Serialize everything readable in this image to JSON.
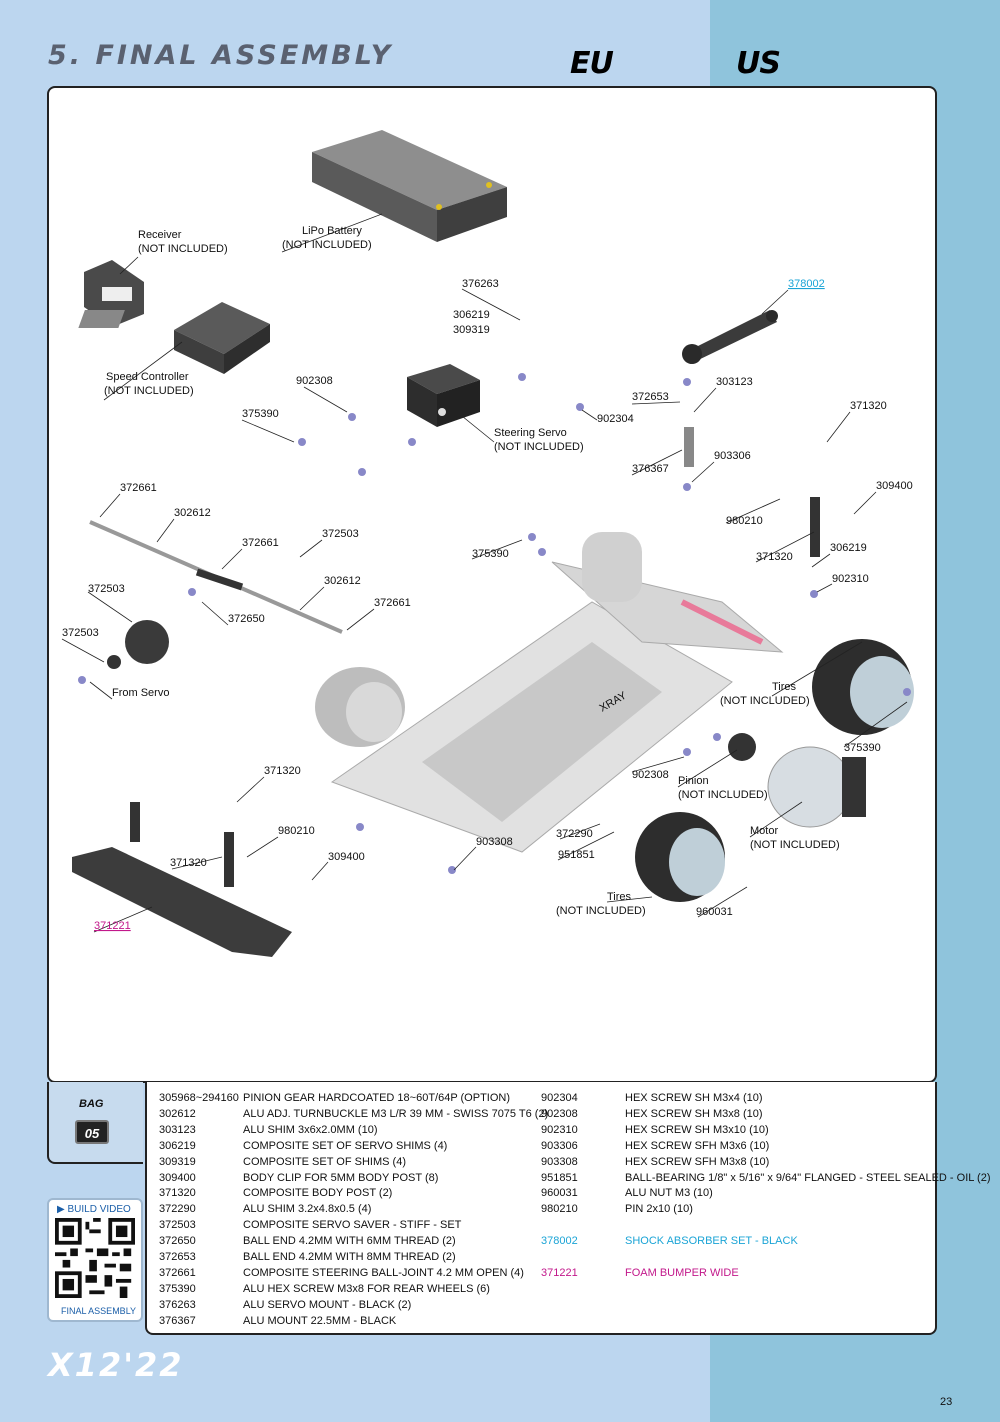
{
  "header": {
    "title": "5. FINAL ASSEMBLY",
    "region_eu": "EU",
    "region_us": "US"
  },
  "diagram_labels": {
    "receiver": [
      "Receiver",
      "(NOT INCLUDED)"
    ],
    "lipo": [
      "LiPo Battery",
      "(NOT INCLUDED)"
    ],
    "speed_controller": [
      "Speed Controller",
      "(NOT INCLUDED)"
    ],
    "steering_servo": [
      "Steering Servo",
      "(NOT INCLUDED)"
    ],
    "tires_right": [
      "Tires",
      "(NOT INCLUDED)"
    ],
    "pinion": [
      "Pinion",
      "(NOT INCLUDED)"
    ],
    "motor": [
      "Motor",
      "(NOT INCLUDED)"
    ],
    "tires_bottom": [
      "Tires",
      "(NOT INCLUDED)"
    ],
    "from_servo": "From Servo",
    "p376263": "376263",
    "p306219a": "306219",
    "p309319": "309319",
    "p378002": "378002",
    "p902308a": "902308",
    "p375390a": "375390",
    "p902304": "902304",
    "p372653": "372653",
    "p303123": "303123",
    "p371320a": "371320",
    "p376367": "376367",
    "p903306": "903306",
    "p309400a": "309400",
    "p980210a": "980210",
    "p372661a": "372661",
    "p302612a": "302612",
    "p372661b": "372661",
    "p372503a": "372503",
    "p375390b": "375390",
    "p371320b": "371320",
    "p306219b": "306219",
    "p902310": "902310",
    "p372503b": "372503",
    "p302612b": "302612",
    "p372661c": "372661",
    "p372650": "372650",
    "p372503c": "372503",
    "p375390c": "375390",
    "p902308b": "902308",
    "p371320c": "371320",
    "p980210b": "980210",
    "p309400b": "309400",
    "p371320d": "371320",
    "p903308": "903308",
    "p372290": "372290",
    "p951851": "951851",
    "p960031": "960031",
    "p371221": "371221",
    "chassis_logo": "XRAY"
  },
  "bag": {
    "label": "BAG",
    "number": "05"
  },
  "parts_left": [
    {
      "code": "305968~294160",
      "desc": "PINION GEAR HARDCOATED 18~60T/64P (OPTION)"
    },
    {
      "code": "302612",
      "desc": "ALU ADJ. TURNBUCKLE M3 L/R 39 MM - SWISS 7075 T6 (2)"
    },
    {
      "code": "303123",
      "desc": "ALU SHIM 3x6x2.0MM (10)"
    },
    {
      "code": "306219",
      "desc": "COMPOSITE SET OF SERVO SHIMS (4)"
    },
    {
      "code": "309319",
      "desc": "COMPOSITE SET OF SHIMS (4)"
    },
    {
      "code": "309400",
      "desc": "BODY CLIP FOR 5MM BODY POST (8)"
    },
    {
      "code": "371320",
      "desc": "COMPOSITE BODY POST (2)"
    },
    {
      "code": "372290",
      "desc": "ALU SHIM 3.2x4.8x0.5 (4)"
    },
    {
      "code": "372503",
      "desc": "COMPOSITE SERVO SAVER - STIFF - SET"
    },
    {
      "code": "372650",
      "desc": "BALL END 4.2MM WITH 6MM THREAD (2)"
    },
    {
      "code": "372653",
      "desc": "BALL END 4.2MM WITH 8MM THREAD (2)"
    },
    {
      "code": "372661",
      "desc": "COMPOSITE STEERING BALL-JOINT 4.2 MM OPEN (4)"
    },
    {
      "code": "375390",
      "desc": "ALU HEX SCREW M3x8 FOR REAR WHEELS (6)"
    },
    {
      "code": "376263",
      "desc": "ALU SERVO MOUNT - BLACK (2)"
    },
    {
      "code": "376367",
      "desc": "ALU MOUNT 22.5MM - BLACK"
    }
  ],
  "parts_right": [
    {
      "code": "902304",
      "desc": "HEX SCREW SH M3x4  (10)"
    },
    {
      "code": "902308",
      "desc": "HEX SCREW SH M3x8  (10)"
    },
    {
      "code": "902310",
      "desc": "HEX SCREW SH M3x10  (10)"
    },
    {
      "code": "903306",
      "desc": "HEX SCREW SFH M3x6  (10)"
    },
    {
      "code": "903308",
      "desc": "HEX SCREW SFH M3x8  (10)"
    },
    {
      "code": "951851",
      "desc": "BALL-BEARING 1/8\" x 5/16\" x 9/64\" FLANGED - STEEL SEALED - OIL (2)"
    },
    {
      "code": "960031",
      "desc": "ALU NUT M3 (10)"
    },
    {
      "code": "980210",
      "desc": "PIN 2x10  (10)"
    }
  ],
  "parts_highlight": [
    {
      "code": "378002",
      "desc": "SHOCK ABSORBER SET - BLACK",
      "color": "#1ba4d6"
    },
    {
      "code": "371221",
      "desc": "FOAM BUMPER WIDE",
      "color": "#c2188b"
    }
  ],
  "video": {
    "title": "BUILD VIDEO",
    "caption": "FINAL ASSEMBLY"
  },
  "footer": {
    "model": "X12'22",
    "page": "23"
  },
  "colors": {
    "background": "#bcd6ef",
    "accent_right": "#8fc4dc",
    "cyan": "#1ba4d6",
    "magenta": "#c2188b"
  }
}
